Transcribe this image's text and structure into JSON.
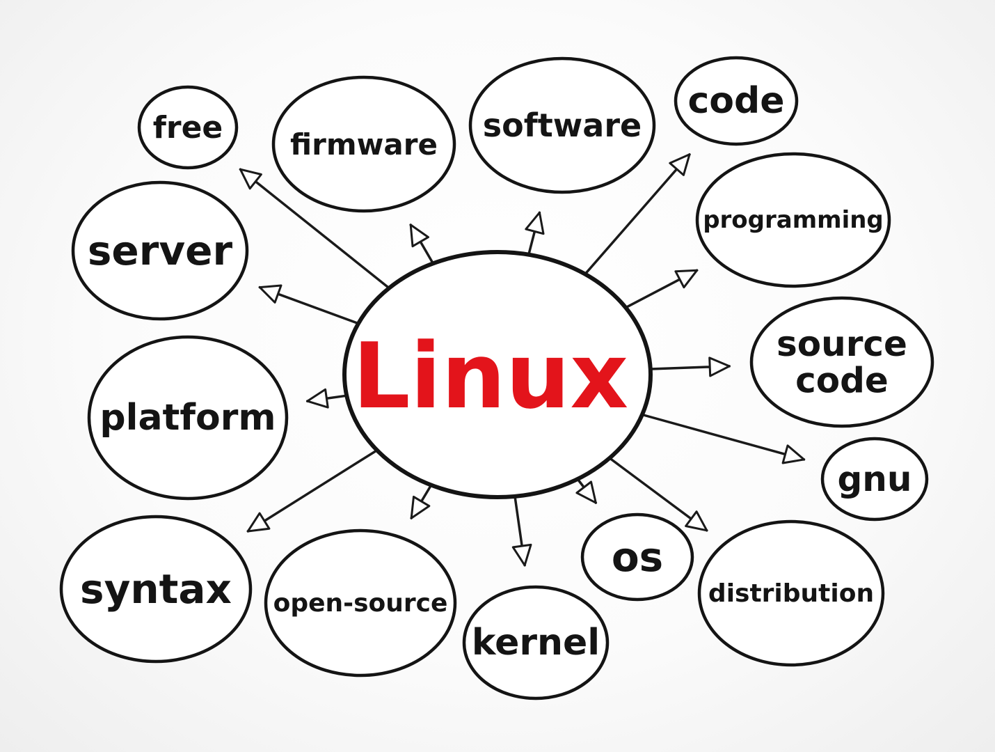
{
  "center": {
    "label": "Linux",
    "color": "#e3141b"
  },
  "nodes": [
    {
      "id": "free",
      "label": "free"
    },
    {
      "id": "firmware",
      "label": "firmware"
    },
    {
      "id": "software",
      "label": "software"
    },
    {
      "id": "code",
      "label": "code"
    },
    {
      "id": "programming",
      "label": "programming"
    },
    {
      "id": "server",
      "label": "server"
    },
    {
      "id": "source-code",
      "label": "source\ncode"
    },
    {
      "id": "platform",
      "label": "platform"
    },
    {
      "id": "gnu",
      "label": "gnu"
    },
    {
      "id": "syntax",
      "label": "syntax"
    },
    {
      "id": "open-source",
      "label": "open-source"
    },
    {
      "id": "kernel",
      "label": "kernel"
    },
    {
      "id": "os",
      "label": "os"
    },
    {
      "id": "distribution",
      "label": "distribution"
    }
  ],
  "edges": [
    {
      "from": "center",
      "to": "free"
    },
    {
      "from": "center",
      "to": "firmware"
    },
    {
      "from": "center",
      "to": "software"
    },
    {
      "from": "center",
      "to": "code"
    },
    {
      "from": "center",
      "to": "programming"
    },
    {
      "from": "center",
      "to": "server"
    },
    {
      "from": "center",
      "to": "source-code"
    },
    {
      "from": "center",
      "to": "platform"
    },
    {
      "from": "center",
      "to": "gnu"
    },
    {
      "from": "center",
      "to": "syntax"
    },
    {
      "from": "center",
      "to": "open-source"
    },
    {
      "from": "center",
      "to": "kernel"
    },
    {
      "from": "center",
      "to": "os"
    },
    {
      "from": "center",
      "to": "distribution"
    }
  ]
}
